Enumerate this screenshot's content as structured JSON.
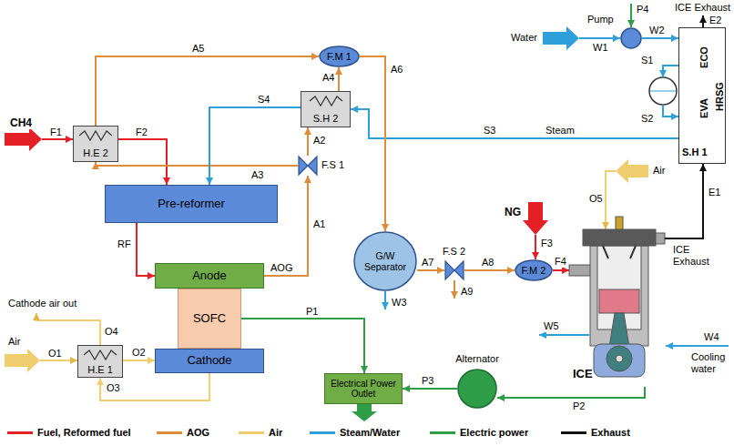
{
  "diagram": {
    "nodes": [
      {
        "text": [
          "H.E 2"
        ]
      },
      {
        "text": [
          "F.M 1"
        ]
      },
      {
        "text": [
          "S.H 2"
        ]
      },
      {
        "text": [
          "F.S 1"
        ]
      },
      {
        "text": [
          "Pre-reformer"
        ]
      },
      {
        "text": [
          "Anode"
        ]
      },
      {
        "text": [
          "SOFC"
        ]
      },
      {
        "text": [
          "Cathode"
        ]
      },
      {
        "text": [
          "H.E 1"
        ]
      },
      {
        "text": [
          "G/W Separator"
        ]
      },
      {
        "text": [
          "F.S 2"
        ]
      },
      {
        "text": [
          "F.M 2"
        ]
      },
      {
        "text": [
          "Pump"
        ]
      },
      {
        "text": [
          "ECO",
          "EVA",
          "S.H 1",
          "HRSG"
        ]
      },
      {
        "text": [
          "ICE"
        ]
      },
      {
        "text": [
          "Alternator"
        ]
      },
      {
        "text": [
          "Electrical Power Outlet"
        ]
      }
    ],
    "edges": [
      {
        "from": 0,
        "to": 4,
        "arrow": "to",
        "label": "F2"
      },
      {
        "from": 4,
        "to": 5,
        "arrow": "to",
        "label": "RF"
      },
      {
        "from": 5,
        "to": 3,
        "arrow": "to",
        "label": "A1"
      },
      {
        "from": 3,
        "to": 2,
        "arrow": "to",
        "label": "A2"
      },
      {
        "from": 3,
        "to": 0,
        "arrow": "to",
        "label": "A3"
      },
      {
        "from": 0,
        "to": 1,
        "arrow": "to",
        "label": "A5"
      },
      {
        "from": 2,
        "to": 1,
        "arrow": "to",
        "label": "A4"
      },
      {
        "from": 13,
        "to": 2,
        "arrow": "to",
        "label": "S3"
      },
      {
        "from": 2,
        "to": 4,
        "arrow": "to",
        "label": "S4"
      },
      {
        "from": 1,
        "to": 9,
        "arrow": "to",
        "label": "A6"
      },
      {
        "from": 9,
        "to": 10,
        "arrow": "to",
        "label": "A7"
      },
      {
        "from": 10,
        "to": 11,
        "arrow": "to",
        "label": "A8"
      },
      {
        "from": 11,
        "to": 14,
        "arrow": "to",
        "label": "F4"
      },
      {
        "from": 14,
        "to": 13,
        "arrow": "to",
        "label": "E1"
      },
      {
        "from": 6,
        "to": 16,
        "arrow": "to",
        "label": "P1"
      },
      {
        "from": 14,
        "to": 15,
        "arrow": "to",
        "label": "P2"
      },
      {
        "from": 15,
        "to": 16,
        "arrow": "to",
        "label": "P3"
      },
      {
        "from": 8,
        "to": 7,
        "arrow": "to",
        "label": "O2"
      },
      {
        "from": 7,
        "to": 8,
        "arrow": "to",
        "label": "O3"
      },
      {
        "from": 12,
        "to": 13,
        "arrow": "to",
        "label": "W2"
      }
    ],
    "labels": [
      "CH4",
      "F1",
      "Air",
      "O1",
      "Cathode air out",
      "O4",
      "AOG",
      "Steam",
      "W3",
      "A9",
      "NG",
      "F3",
      "Air",
      "O5",
      "ICE Exhaust",
      "Water",
      "W1",
      "P4",
      "E2",
      "ICE Exhaust",
      "S1",
      "S2",
      "W4",
      "Cooling water",
      "W5"
    ],
    "legend": [
      {
        "text": "Fuel, Reformed fuel",
        "color": "#e41f26"
      },
      {
        "text": "AOG",
        "color": "#de8b3a"
      },
      {
        "text": "Air",
        "color": "#f0cd6e"
      },
      {
        "text": "Steam/Water",
        "color": "#2e9fd9"
      },
      {
        "text": "Electric power",
        "color": "#2f9c48"
      },
      {
        "text": "Exhaust",
        "color": "#111111"
      }
    ]
  }
}
